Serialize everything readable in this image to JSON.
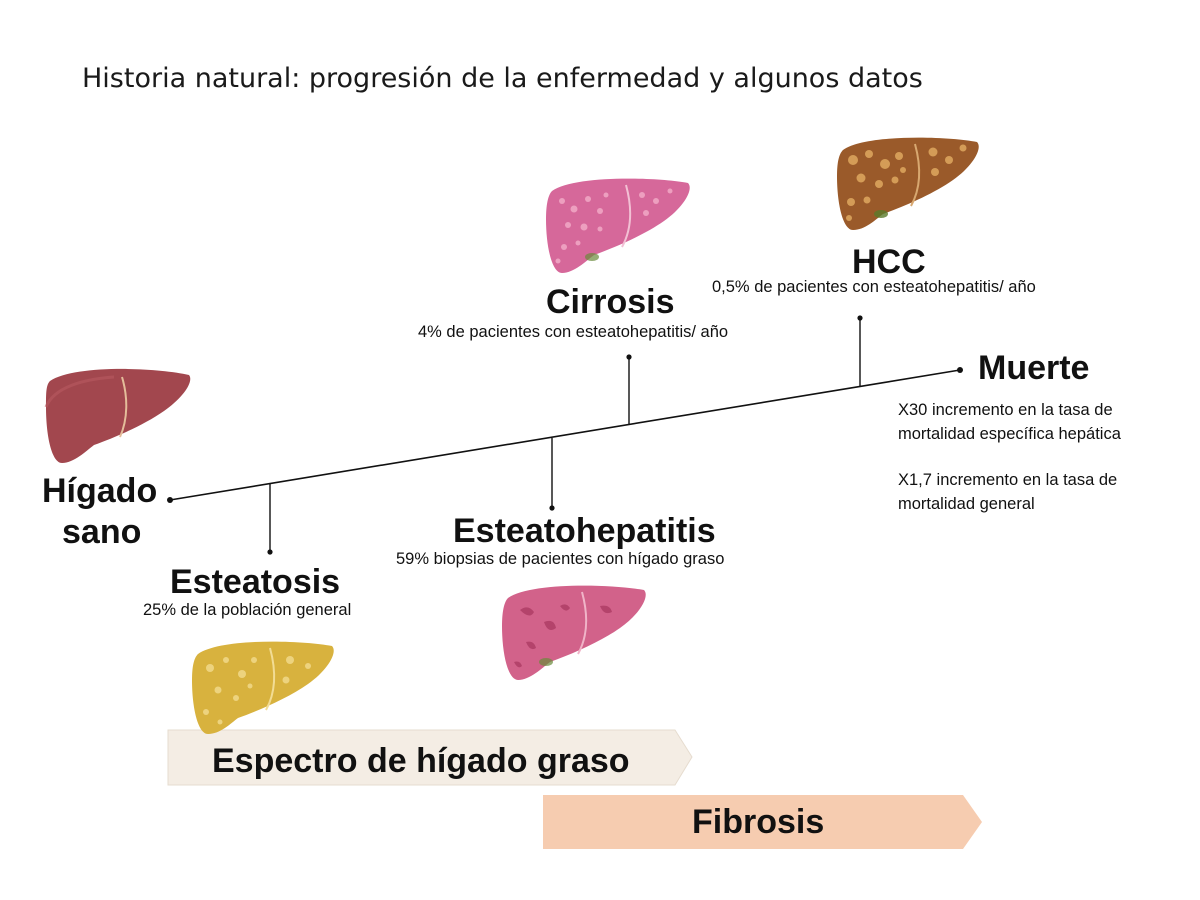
{
  "title": "Historia natural: progresión de la enfermedad y algunos datos",
  "colors": {
    "healthy_liver": "#a2474e",
    "steatosis_liver": "#d8b23e",
    "steatohepatitis_liver": "#d2628a",
    "cirrhosis_liver": "#d6689a",
    "hcc_liver": "#9a5a2a",
    "fatty_band": "#f4ede4",
    "fibrosis_band": "#f6ccb0"
  },
  "stages": {
    "healthy": {
      "label_line1": "Hígado",
      "label_line2": "sano",
      "icon": "healthy-liver-icon"
    },
    "steatosis": {
      "label": "Esteatosis",
      "stat": "25% de la población general",
      "icon": "steatosis-liver-icon"
    },
    "steatohepatitis": {
      "label": "Esteatohepatitis",
      "stat": "59% biopsias de pacientes con hígado graso",
      "icon": "steatohepatitis-liver-icon"
    },
    "cirrhosis": {
      "label": "Cirrosis",
      "stat": "4% de pacientes con esteatohepatitis/ año",
      "icon": "cirrhosis-liver-icon"
    },
    "hcc": {
      "label": "HCC",
      "stat": "0,5% de pacientes con esteatohepatitis/ año",
      "icon": "hcc-liver-icon"
    },
    "death": {
      "label": "Muerte",
      "stat1_line1": "X30 incremento en la tasa de",
      "stat1_line2": "mortalidad específica hepática",
      "stat2_line1": "X1,7 incremento en la tasa de",
      "stat2_line2": "mortalidad general"
    }
  },
  "bands": {
    "fatty_spectrum": "Espectro de hígado graso",
    "fibrosis": "Fibrosis"
  }
}
